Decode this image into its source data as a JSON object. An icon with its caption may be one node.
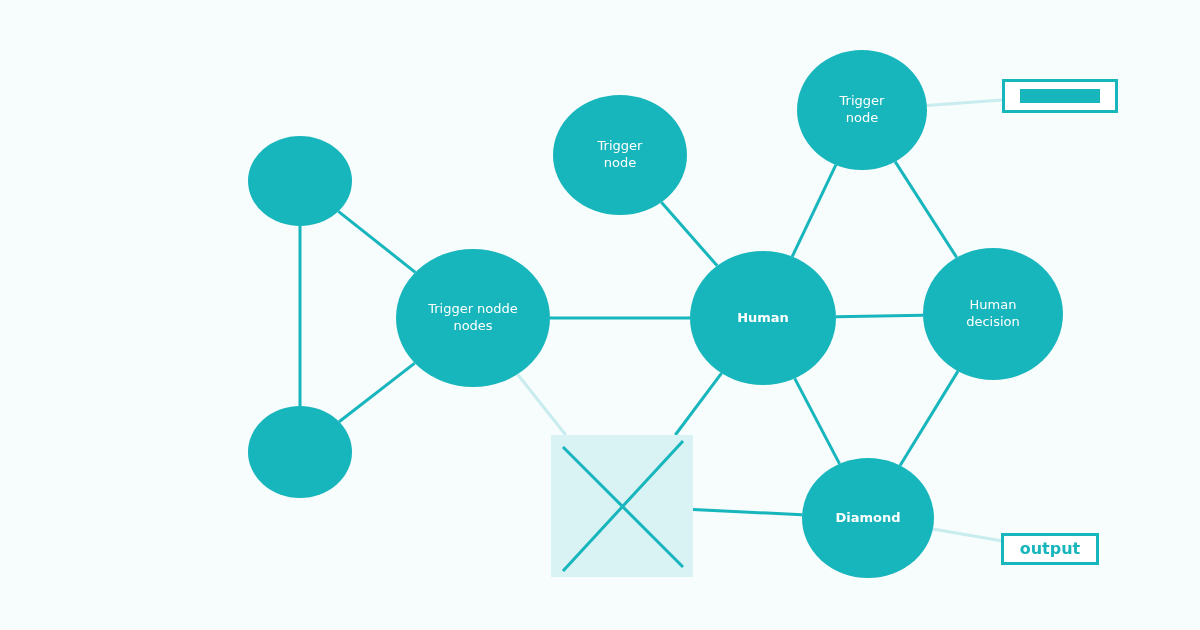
{
  "diagram": {
    "nodes": [
      {
        "text": [],
        "shape": "circle"
      },
      {
        "text": [
          "Trigger node"
        ]
      },
      {
        "text": [
          "Trigger node"
        ]
      },
      {
        "text": [],
        "shape": "box"
      },
      {
        "text": [
          "Trigger nodde nodes"
        ]
      },
      {
        "text": [
          "Human"
        ]
      },
      {
        "text": [
          "Human decision"
        ]
      },
      {
        "text": [],
        "shape": "circle"
      },
      {
        "text": [],
        "shape": "box"
      },
      {
        "text": [
          "Diamond"
        ]
      },
      {
        "text": [
          "output"
        ]
      }
    ],
    "edges": [
      {
        "from": 0,
        "to": 4,
        "arrow": "none"
      },
      {
        "from": 0,
        "to": 7,
        "arrow": "none"
      },
      {
        "from": 7,
        "to": 4,
        "arrow": "none"
      },
      {
        "from": 1,
        "to": 5,
        "arrow": "none"
      },
      {
        "from": 2,
        "to": 3,
        "arrow": "none",
        "color": "#c9edef"
      },
      {
        "from": 2,
        "to": 5,
        "arrow": "none"
      },
      {
        "from": 2,
        "to": 6,
        "arrow": "none"
      },
      {
        "from": 4,
        "to": 5,
        "arrow": "none"
      },
      {
        "from": 4,
        "to": 8,
        "arrow": "none",
        "color": "#c9edef"
      },
      {
        "from": 5,
        "to": 6,
        "arrow": "none"
      },
      {
        "from": 5,
        "to": 8,
        "arrow": "none"
      },
      {
        "from": 5,
        "to": 9,
        "arrow": "none"
      },
      {
        "from": 6,
        "to": 9,
        "arrow": "none"
      },
      {
        "from": 8,
        "to": 9,
        "arrow": "none"
      },
      {
        "from": 9,
        "to": 10,
        "arrow": "none",
        "color": "#c9edef"
      }
    ]
  }
}
